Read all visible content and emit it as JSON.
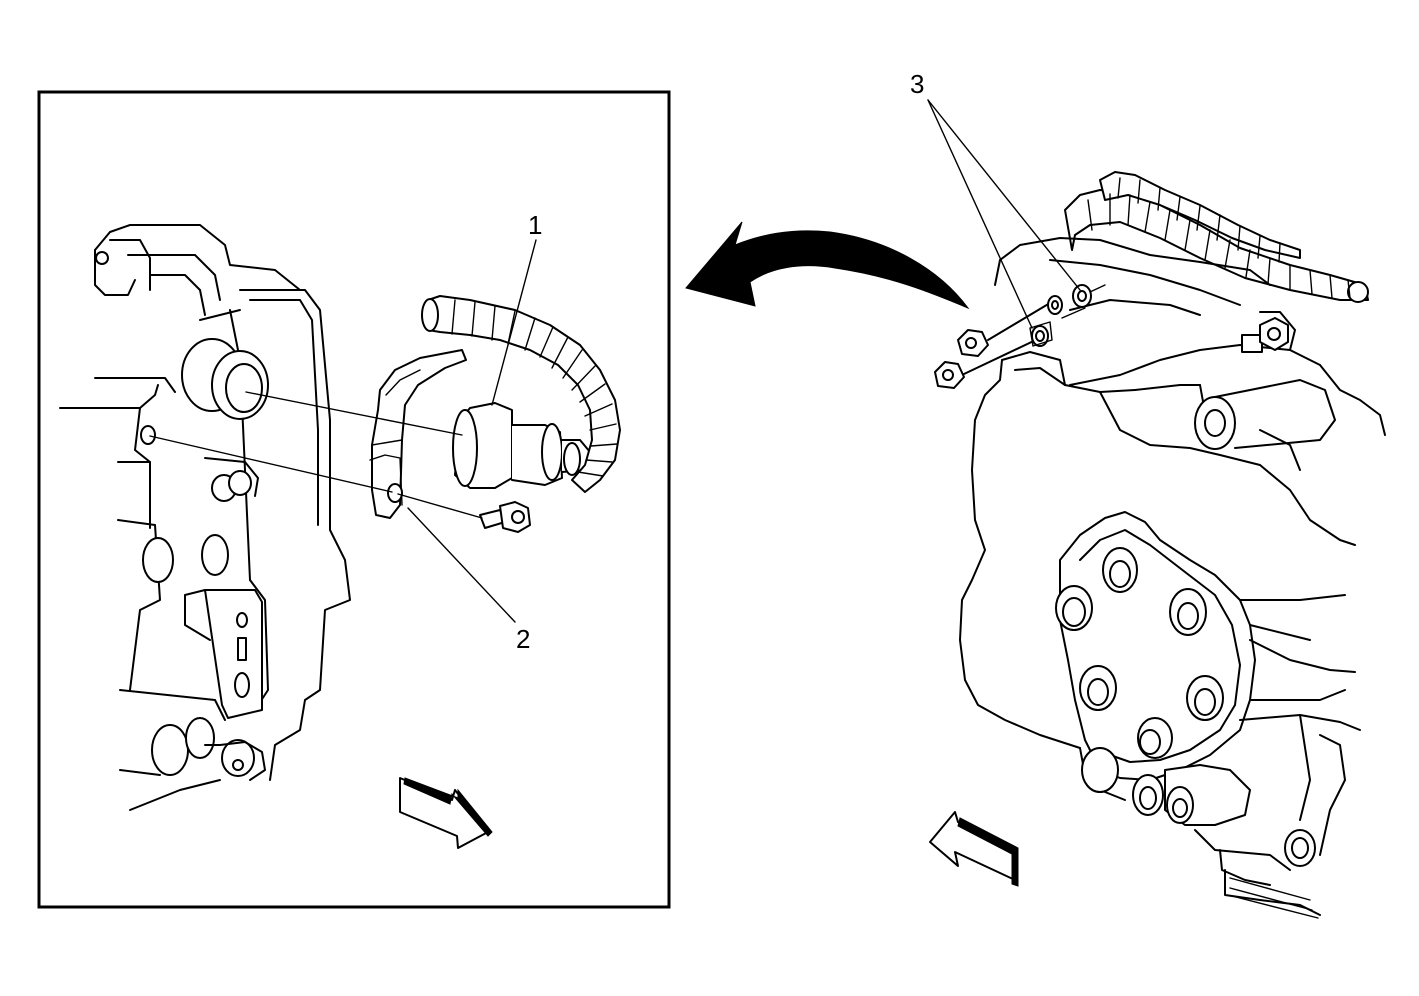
{
  "callouts": {
    "c1": "1",
    "c2": "2",
    "c3": "3"
  },
  "icons": {
    "direction_arrow_detail": "forward-direction-arrow-icon",
    "direction_arrow_main": "forward-direction-arrow-icon",
    "transfer_arrow": "curved-arrow-icon"
  },
  "colors": {
    "line": "#000000",
    "background": "#ffffff"
  }
}
